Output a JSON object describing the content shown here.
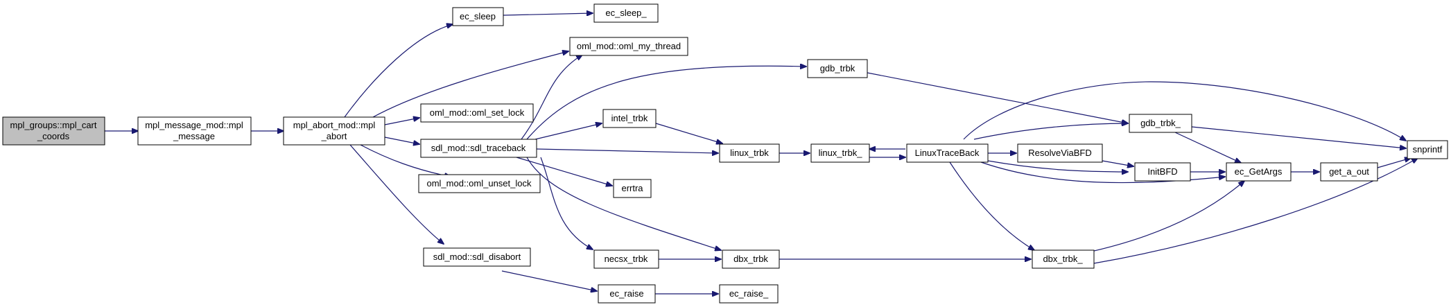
{
  "colors": {
    "edge": "#191970",
    "node_fill": "#ffffff",
    "root_fill": "#bfbfbf",
    "border": "#000000"
  },
  "nodes": {
    "mpl_cart_coords": {
      "lines": [
        "mpl_groups::mpl_cart",
        "_coords"
      ]
    },
    "mpl_message": {
      "lines": [
        "mpl_message_mod::mpl",
        "_message"
      ]
    },
    "mpl_abort": {
      "lines": [
        "mpl_abort_mod::mpl",
        "_abort"
      ]
    },
    "ec_sleep": {
      "lines": [
        "ec_sleep"
      ]
    },
    "ec_sleep_": {
      "lines": [
        "ec_sleep_"
      ]
    },
    "oml_my_thread": {
      "lines": [
        "oml_mod::oml_my_thread"
      ]
    },
    "oml_set_lock": {
      "lines": [
        "oml_mod::oml_set_lock"
      ]
    },
    "sdl_traceback": {
      "lines": [
        "sdl_mod::sdl_traceback"
      ]
    },
    "oml_unset_lock": {
      "lines": [
        "oml_mod::oml_unset_lock"
      ]
    },
    "sdl_disabort": {
      "lines": [
        "sdl_mod::sdl_disabort"
      ]
    },
    "gdb_trbk": {
      "lines": [
        "gdb_trbk"
      ]
    },
    "intel_trbk": {
      "lines": [
        "intel_trbk"
      ]
    },
    "linux_trbk": {
      "lines": [
        "linux_trbk"
      ]
    },
    "errtra": {
      "lines": [
        "errtra"
      ]
    },
    "necsx_trbk": {
      "lines": [
        "necsx_trbk"
      ]
    },
    "dbx_trbk": {
      "lines": [
        "dbx_trbk"
      ]
    },
    "ec_raise": {
      "lines": [
        "ec_raise"
      ]
    },
    "ec_raise_": {
      "lines": [
        "ec_raise_"
      ]
    },
    "linux_trbk_": {
      "lines": [
        "linux_trbk_"
      ]
    },
    "LinuxTraceBack": {
      "lines": [
        "LinuxTraceBack"
      ]
    },
    "ResolveViaBFD": {
      "lines": [
        "ResolveViaBFD"
      ]
    },
    "gdb_trbk_": {
      "lines": [
        "gdb_trbk_"
      ]
    },
    "InitBFD": {
      "lines": [
        "InitBFD"
      ]
    },
    "ec_GetArgs": {
      "lines": [
        "ec_GetArgs"
      ]
    },
    "dbx_trbk_": {
      "lines": [
        "dbx_trbk_"
      ]
    },
    "get_a_out": {
      "lines": [
        "get_a_out"
      ]
    },
    "snprintf": {
      "lines": [
        "snprintf"
      ]
    }
  }
}
